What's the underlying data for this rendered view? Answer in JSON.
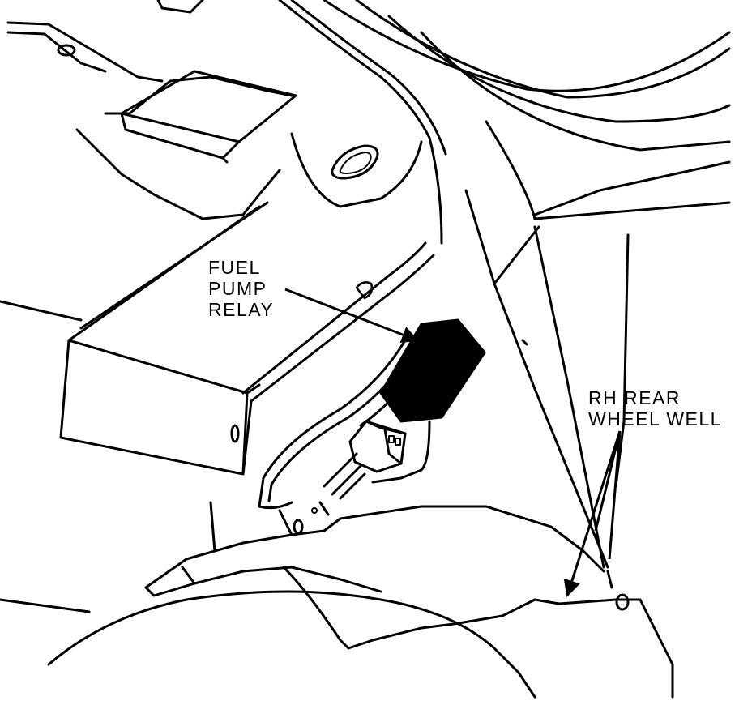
{
  "diagram": {
    "labels": {
      "fuel_pump_relay": [
        "FUEL",
        "PUMP",
        "RELAY"
      ],
      "rh_rear_wheel_well": [
        "RH REAR",
        "WHEEL WELL"
      ]
    },
    "colors": {
      "ink": "#000000",
      "paper": "#ffffff"
    }
  }
}
